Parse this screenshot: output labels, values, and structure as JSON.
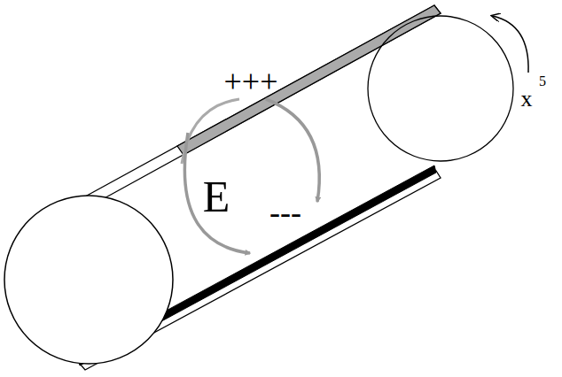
{
  "diagram": {
    "labels": [
      "+++",
      "E",
      "---",
      "x",
      "5"
    ]
  }
}
